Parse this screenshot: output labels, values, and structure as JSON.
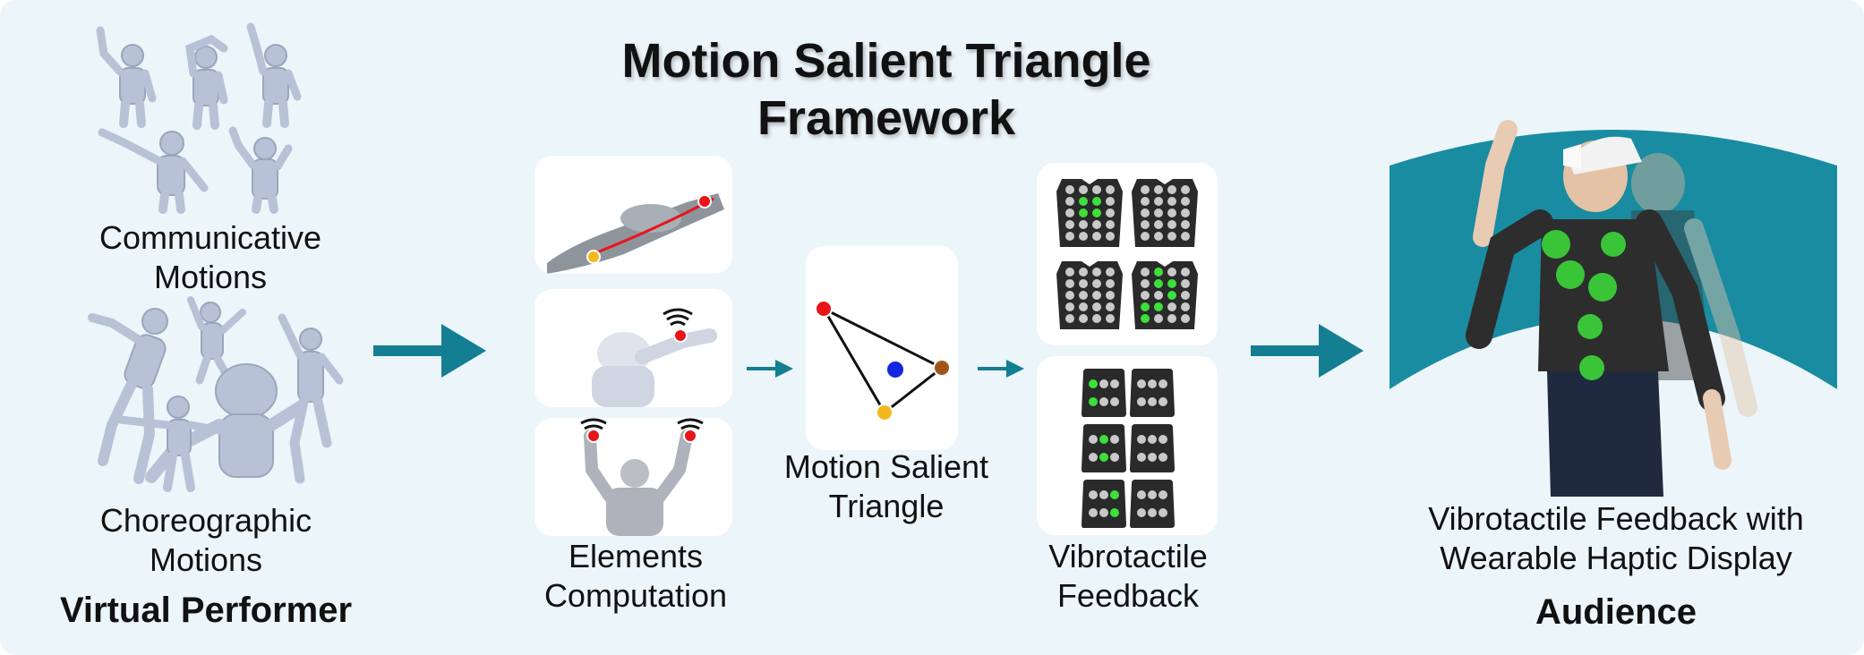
{
  "title": {
    "line1": "Motion Salient Triangle",
    "line2": "Framework"
  },
  "left": {
    "communicative_line1": "Communicative",
    "communicative_line2": "Motions",
    "choreographic_line1": "Choreographic",
    "choreographic_line2": "Motions",
    "heading": "Virtual Performer"
  },
  "elements": {
    "line1": "Elements",
    "line2": "Computation"
  },
  "triangle": {
    "line1": "Motion Salient",
    "line2": "Triangle"
  },
  "vibro": {
    "line1": "Vibrotactile",
    "line2": "Feedback"
  },
  "audience": {
    "line1": "Vibrotactile Feedback with",
    "line2": "Wearable Haptic Display",
    "heading": "Audience"
  },
  "colors": {
    "background": "#ecf5f9",
    "arrow": "#147e93",
    "teal_band": "#1a8ca1",
    "figure": "#b7c2d6",
    "vertex_red": "#e8151b",
    "vertex_yellow": "#f4b81e",
    "vertex_brown": "#a0561a",
    "centroid_blue": "#1427e0",
    "haptic_green": "#3de03b",
    "motor_grey": "#c9c9c9",
    "vest_dark": "#2a2a2a"
  }
}
